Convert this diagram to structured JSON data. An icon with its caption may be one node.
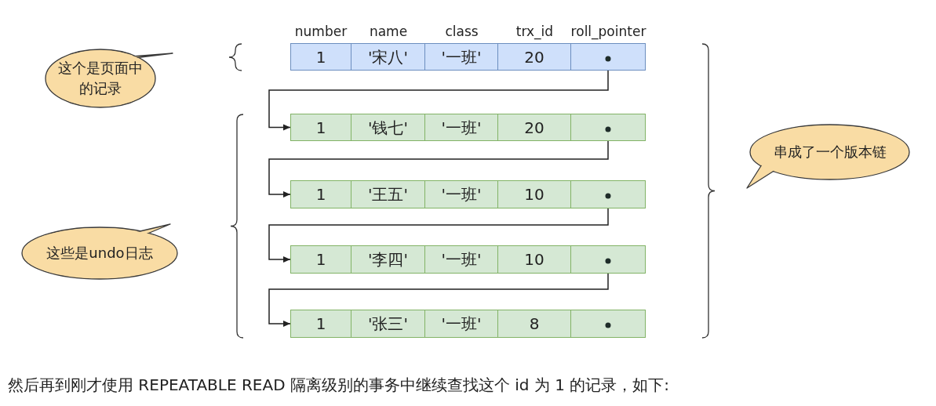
{
  "diagram": {
    "caption": "然后再到刚才使用 REPEATABLE READ 隔离级别的事务中继续查找这个 id 为 1 的记录，如下:",
    "nodes": [
      {
        "text": [
          "这个是页面中的记录"
        ]
      },
      {
        "text": [
          "1",
          "'宋八'",
          "'一班'",
          "20"
        ]
      },
      {
        "text": [
          "1",
          "'钱七'",
          "'一班'",
          "20"
        ]
      },
      {
        "text": [
          "1",
          "'王五'",
          "'一班'",
          "10"
        ]
      },
      {
        "text": [
          "1",
          "'李四'",
          "'一班'",
          "10"
        ]
      },
      {
        "text": [
          "1",
          "'张三'",
          "'一班'",
          "8"
        ]
      },
      {
        "text": [
          "串成了一个版本链"
        ]
      },
      {
        "text": [
          "这些是undo日志"
        ]
      }
    ],
    "edges": [
      {
        "from": 1,
        "to": 2,
        "arrow": "to"
      },
      {
        "from": 2,
        "to": 3,
        "arrow": "to"
      },
      {
        "from": 3,
        "to": 4,
        "arrow": "to"
      },
      {
        "from": 4,
        "to": 5,
        "arrow": "to"
      }
    ],
    "labels": [
      "number",
      "name",
      "class",
      "trx_id",
      "roll_pointer"
    ]
  }
}
